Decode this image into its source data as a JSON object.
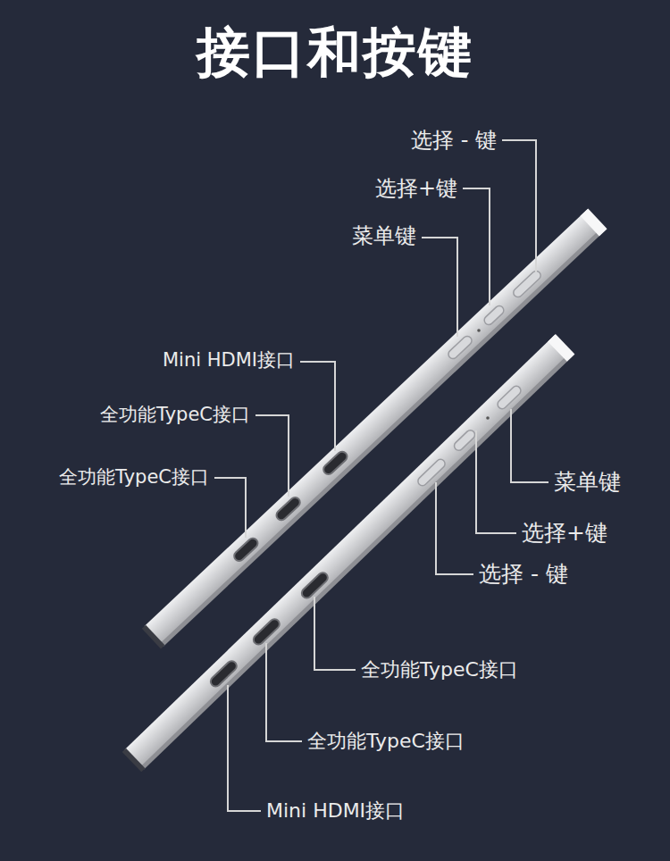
{
  "diagram": {
    "title": "接口和按键",
    "labels": [
      "选择 - 键",
      "选择+键",
      "菜单键",
      "Mini HDMI接口",
      "全功能TypeC接口",
      "全功能TypeC接口",
      "菜单键",
      "选择+键",
      "选择 - 键",
      "全功能TypeC接口",
      "全功能TypeC接口",
      "Mini HDMI接口"
    ]
  }
}
